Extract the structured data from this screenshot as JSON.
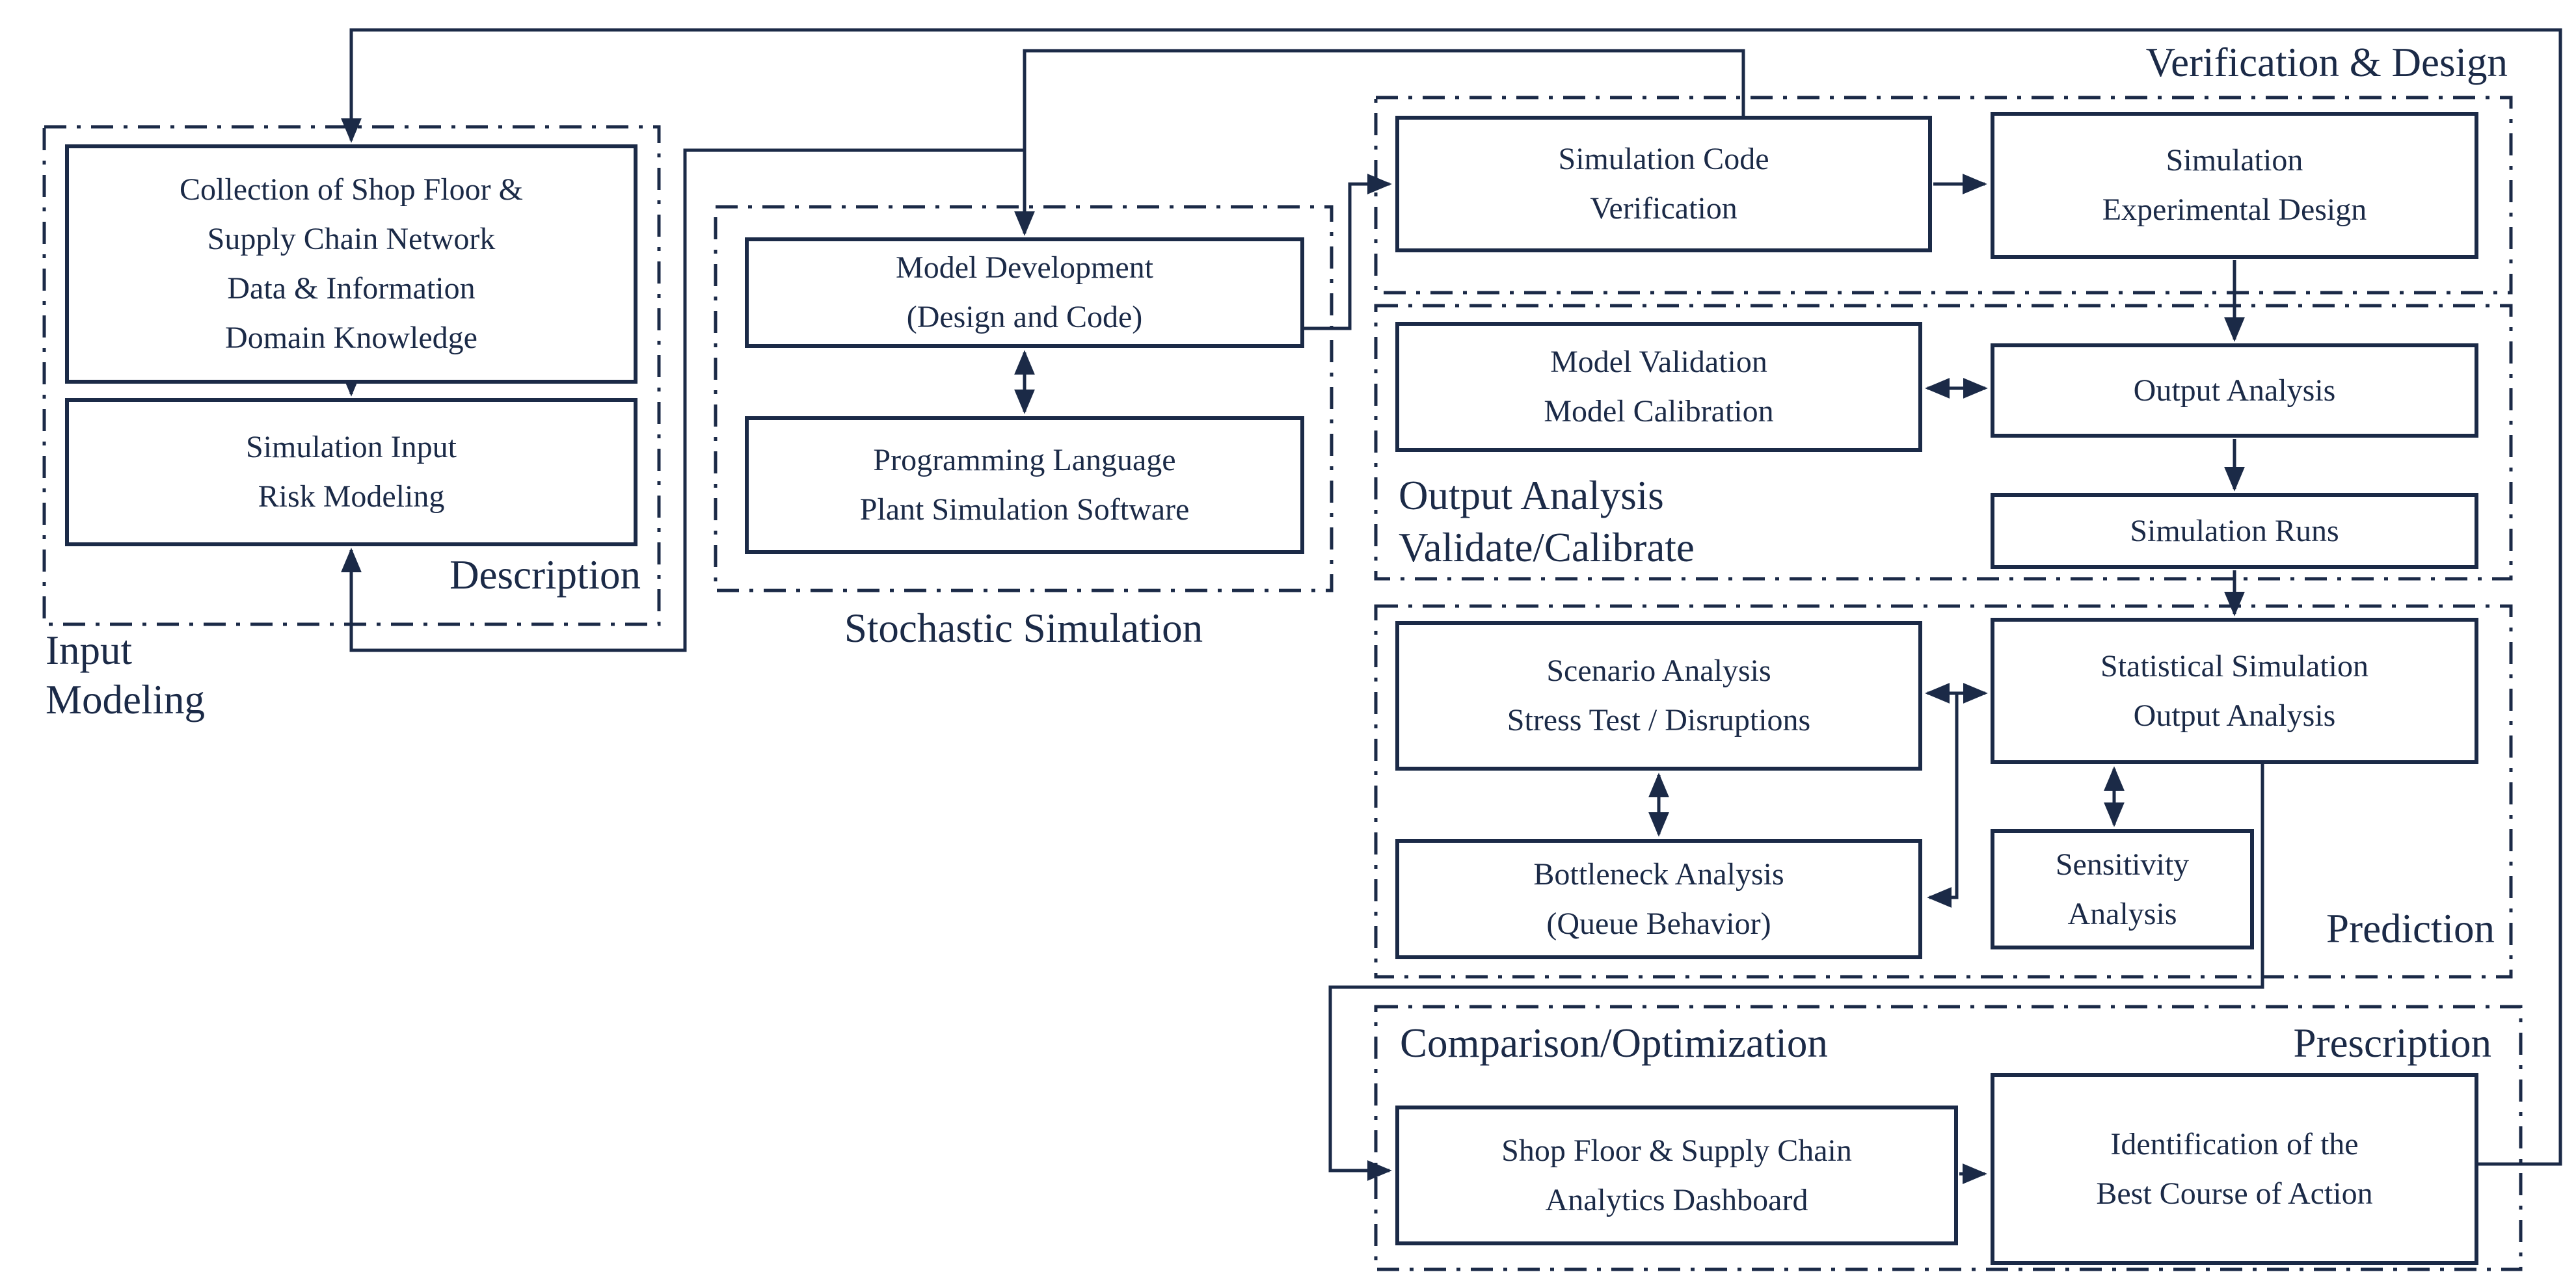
{
  "colors": {
    "ink": "#1b2a47",
    "background": "#ffffff"
  },
  "containers": {
    "input": {
      "corner_label": "Description",
      "outer_label_lines": [
        "Input",
        "Modeling"
      ]
    },
    "stochastic": {
      "outer_label": "Stochastic Simulation"
    },
    "verification": {
      "outer_label": "Verification & Design"
    },
    "output": {
      "inner_label_lines": [
        "Output Analysis",
        "Validate/Calibrate"
      ]
    },
    "prediction": {
      "inner_label": "Prediction"
    },
    "prescription": {
      "inner_label_left": "Comparison/Optimization",
      "inner_label_right": "Prescription"
    }
  },
  "boxes": {
    "collection": {
      "lines": [
        "Collection of Shop Floor &",
        "Supply Chain Network",
        "Data & Information",
        "Domain Knowledge"
      ]
    },
    "simulation_input": {
      "lines": [
        "Simulation Input",
        "Risk Modeling"
      ]
    },
    "model_development": {
      "lines": [
        "Model Development",
        "(Design and Code)"
      ]
    },
    "programming_language": {
      "lines": [
        "Programming Language",
        "Plant Simulation Software"
      ]
    },
    "simulation_code_verification": {
      "lines": [
        "Simulation Code",
        "Verification"
      ]
    },
    "simulation_experimental_design": {
      "lines": [
        "Simulation",
        "Experimental Design"
      ]
    },
    "model_validation": {
      "lines": [
        "Model Validation",
        "Model Calibration"
      ]
    },
    "output_analysis": {
      "lines": [
        "Output Analysis"
      ]
    },
    "simulation_runs": {
      "lines": [
        "Simulation Runs"
      ]
    },
    "scenario_analysis": {
      "lines": [
        "Scenario Analysis",
        "Stress Test / Disruptions"
      ]
    },
    "statistical_simulation": {
      "lines": [
        "Statistical Simulation",
        "Output Analysis"
      ]
    },
    "bottleneck_analysis": {
      "lines": [
        "Bottleneck Analysis",
        "(Queue Behavior)"
      ]
    },
    "sensitivity_analysis": {
      "lines": [
        "Sensitivity",
        "Analysis"
      ]
    },
    "analytics_dashboard": {
      "lines": [
        "Shop Floor & Supply Chain",
        "Analytics Dashboard"
      ]
    },
    "best_course": {
      "lines": [
        "Identification of the",
        "Best Course of Action"
      ]
    }
  }
}
